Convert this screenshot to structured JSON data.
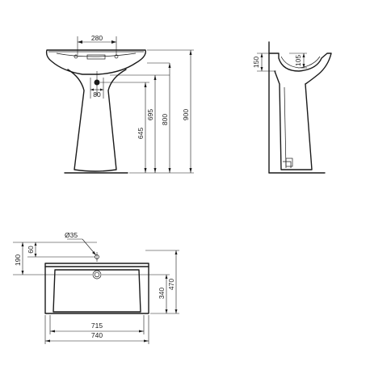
{
  "front_view": {
    "dim_basin_width": "280",
    "dim_waste_offset": "80",
    "dim_height_645": "645",
    "dim_height_695": "695",
    "dim_height_800": "800",
    "dim_height_900": "900"
  },
  "side_view": {
    "dim_rim_height": "150",
    "dim_bowl_depth": "105"
  },
  "top_view": {
    "dim_tap_hole": "Ø35",
    "dim_190": "190",
    "dim_60": "60",
    "dim_bowl_depth": "340",
    "dim_depth": "470",
    "dim_bowl_width": "715",
    "dim_width": "740"
  }
}
